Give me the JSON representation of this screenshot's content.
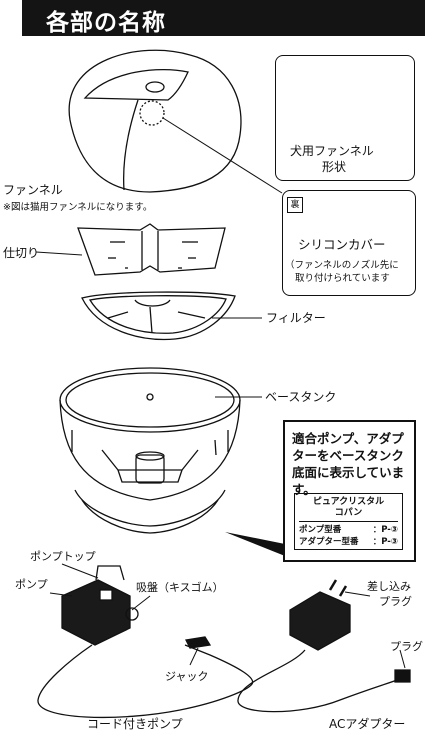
{
  "header": {
    "title": "各部の名称"
  },
  "labels": {
    "funnel": "ファンネル",
    "funnel_note": "※図は猫用ファンネルになります。",
    "divider": "仕切り",
    "filter": "フィルター",
    "base_tank": "ベースタンク",
    "pump_top": "ポンプトップ",
    "pump": "ポンプ",
    "suction_cup": "吸盤（キスゴム）",
    "jack": "ジャック",
    "corded_pump": "コード付きポンプ",
    "plug_insert_1": "差し込み",
    "plug_insert_2": "プラグ",
    "plug": "プラグ",
    "ac_adapter": "ACアダプター"
  },
  "dog_funnel_box": {
    "line1": "犬用ファンネル",
    "line2": "形状"
  },
  "silicone_box": {
    "back_tag": "裏",
    "title": "シリコンカバー",
    "note_line1": "（ファンネルのノズル先に",
    "note_line2": "取り付けられています"
  },
  "note_box": {
    "text": "適合ポンプ、アダプターをベースタンク底面に表示しています。",
    "inner_title_1": "ピュアクリスタル",
    "inner_title_2": "コパン",
    "row1_label": "ポンプ型番",
    "row1_value": "：P-③",
    "row2_label": "アダプター型番",
    "row2_value": "：P-③"
  }
}
